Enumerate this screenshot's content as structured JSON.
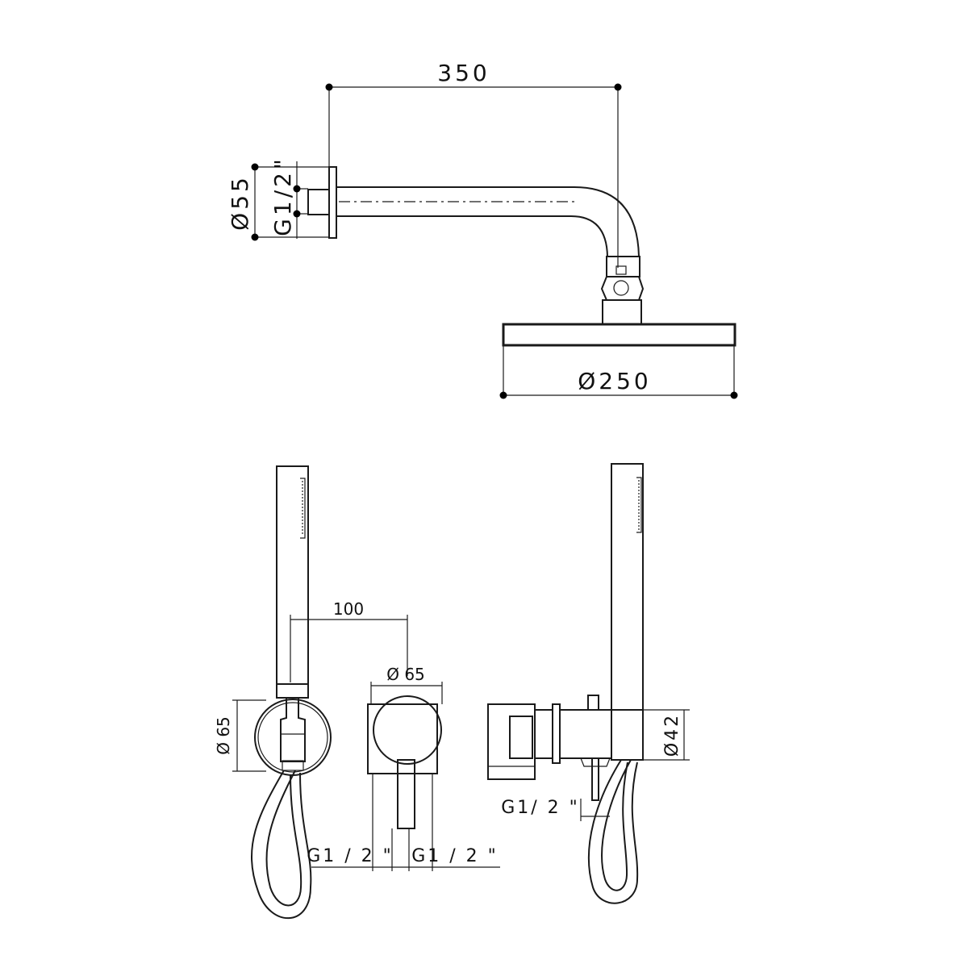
{
  "dimensions": {
    "arm_length": "350",
    "flange_diameter": "Ø55",
    "inlet_thread_top": "G1/2\"",
    "head_diameter": "Ø250",
    "handshower_offset": "100",
    "holder_diameter": "Ø 65",
    "plate_diameter": "Ø 65",
    "outlet_thread_left": "G1 / 2 \"",
    "outlet_thread_right": "G1 / 2 \"",
    "side_inlet_thread": "G1/ 2 \"",
    "body_diameter": "Ø42"
  }
}
